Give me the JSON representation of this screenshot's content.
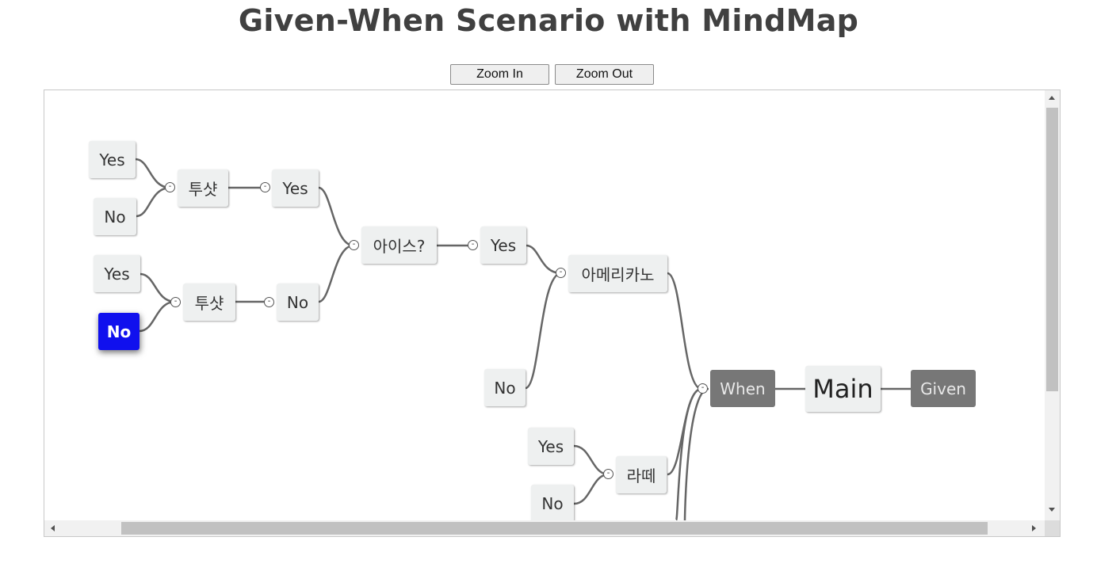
{
  "page": {
    "title": "Given-When Scenario with MindMap"
  },
  "controls": {
    "zoom_in_label": "Zoom In",
    "zoom_out_label": "Zoom Out"
  },
  "mindmap": {
    "root": "Main",
    "given": "Given",
    "when": "When",
    "americano": "아메리카노",
    "ice_question": "아이스?",
    "yes": "Yes",
    "no": "No",
    "shot": "투샷",
    "latte": "라떼"
  }
}
